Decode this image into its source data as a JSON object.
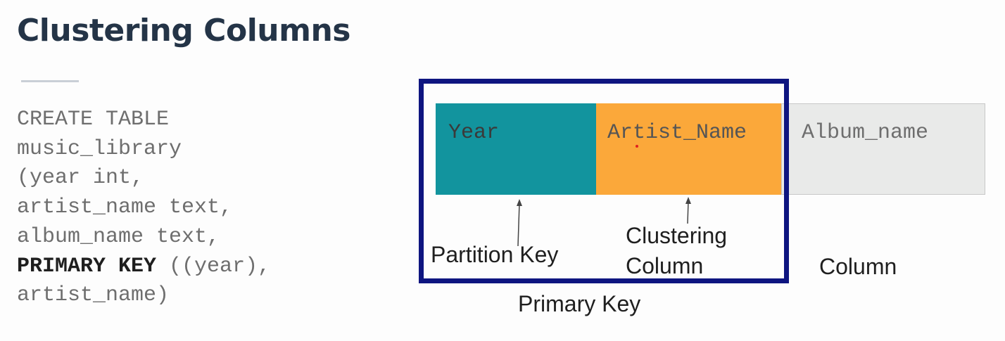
{
  "slide": {
    "title": "Clustering Columns",
    "code_lines": [
      "CREATE TABLE",
      "music_library",
      "(year int,",
      "artist_name text,",
      "album_name text,",
      "artist_name)"
    ],
    "code_keyword": "PRIMARY KEY",
    "code_keyword_rest": " ((year),"
  },
  "diagram": {
    "cells": [
      {
        "label": "Year",
        "color": "#12949e"
      },
      {
        "label": "Artist_Name",
        "color": "#fba83a"
      },
      {
        "label": "Album_name",
        "color": "#e9eae9"
      }
    ],
    "box_color": "#0e1580",
    "labels": {
      "partition_key": "Partition Key",
      "clustering_line1": "Clustering",
      "clustering_line2": "Column",
      "column": "Column",
      "primary_key": "Primary Key"
    }
  }
}
